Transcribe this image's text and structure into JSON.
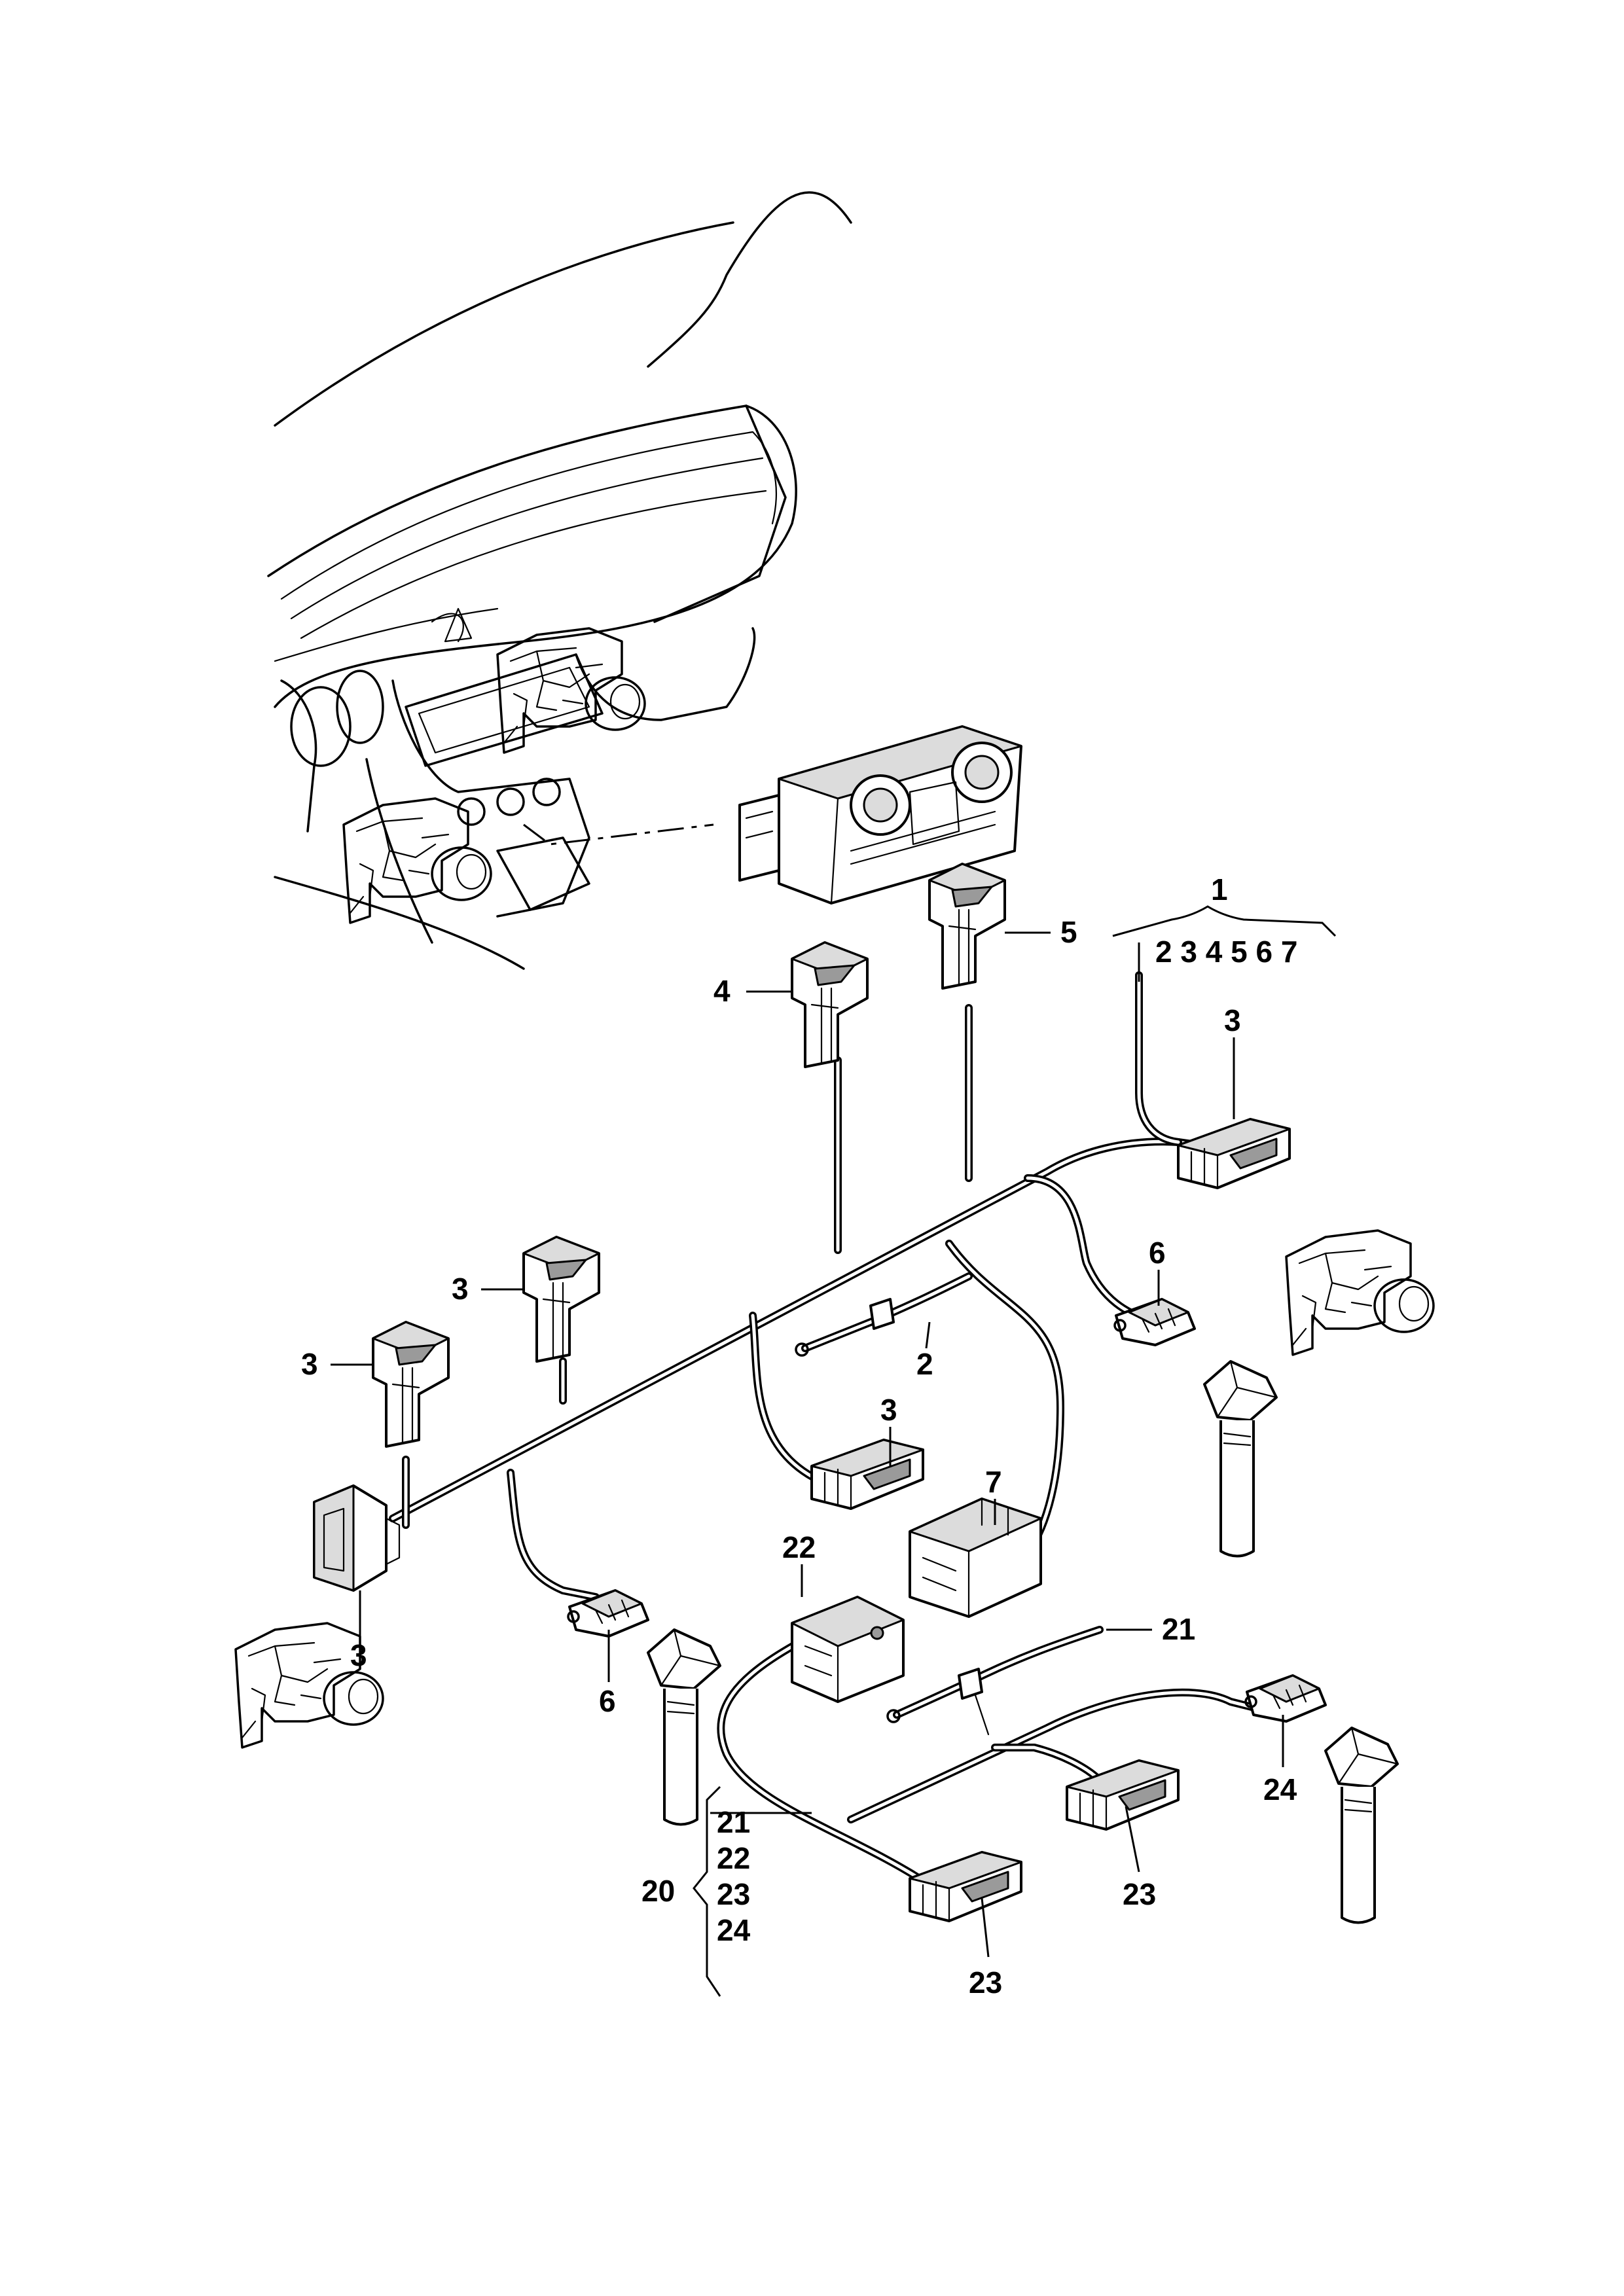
{
  "callouts": {
    "c1": "1",
    "c1_list": "2 3 4 5 6 7",
    "c2": "2",
    "c3_top_right": "3",
    "c3_mid_upper": "3",
    "c3_mid_left": "3",
    "c3_bottom_left": "3",
    "c3_center": "3",
    "c4": "4",
    "c5": "5",
    "c6_right": "6",
    "c6_left": "6",
    "c7": "7",
    "c20": "20",
    "c20_items": [
      "21",
      "22",
      "23",
      "24"
    ],
    "c21": "21",
    "c22": "22",
    "c23_right": "23",
    "c23_bottom": "23",
    "c24": "24"
  },
  "icons": {
    "dashboard": "dashboard-outline",
    "climate_panel": "climate-control-unit",
    "servo_motor": "servo-motor-icon",
    "temperature_sensor": "temperature-sensor-icon"
  }
}
